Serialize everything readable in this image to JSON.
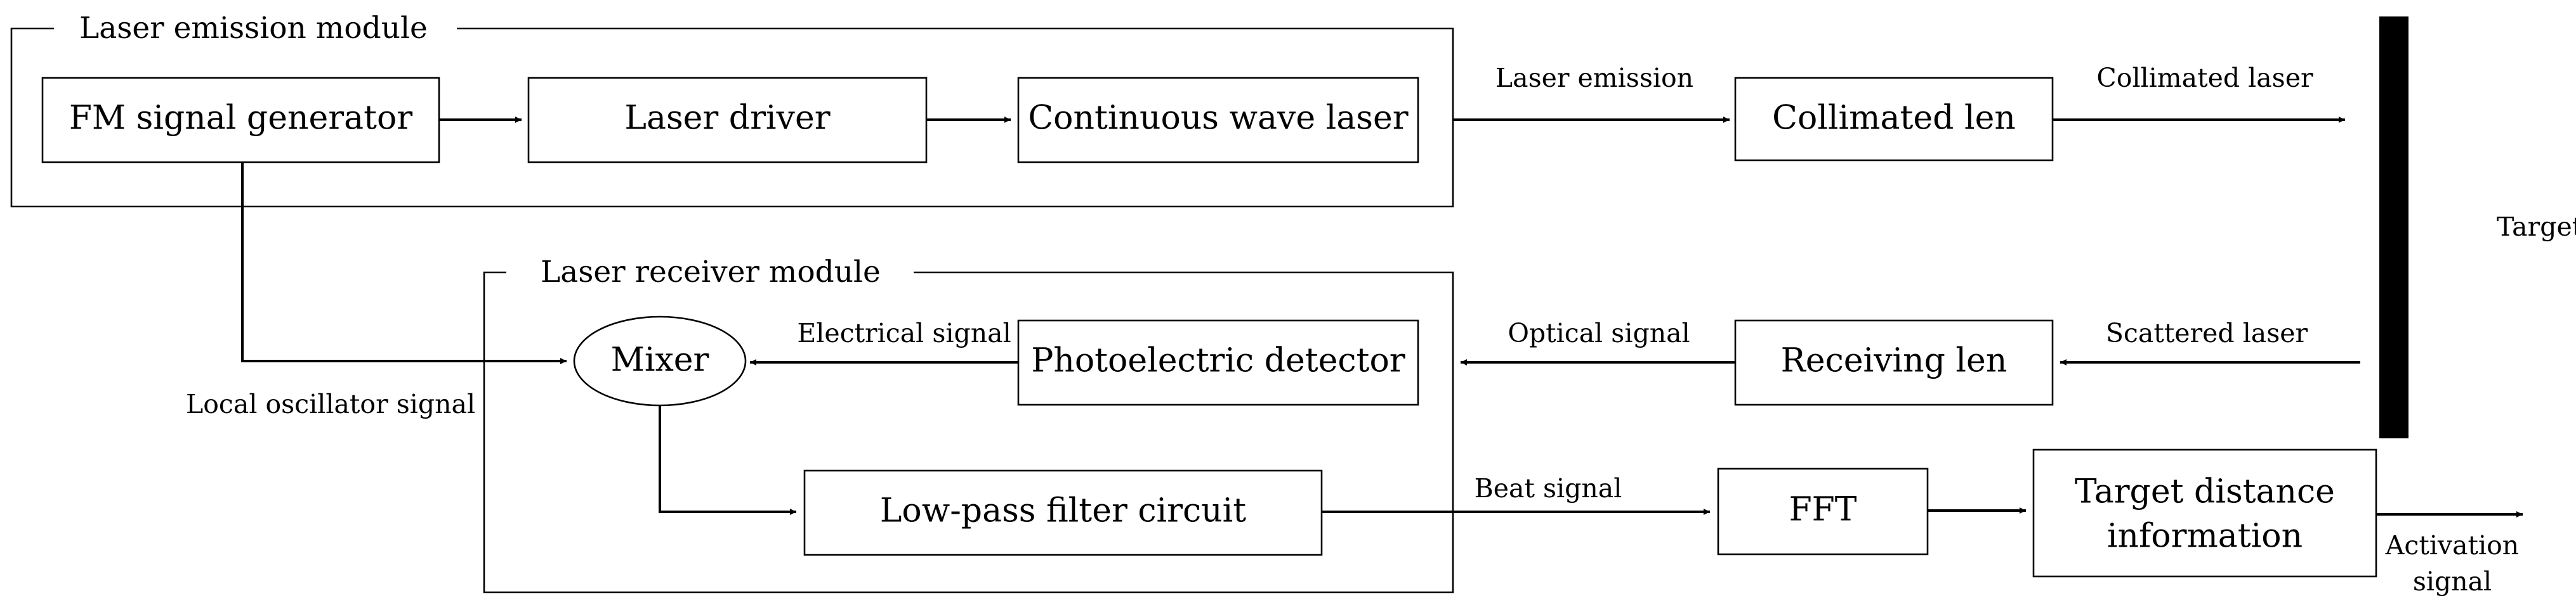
{
  "modules": {
    "emission": "Laser emission module",
    "receiver": "Laser receiver module"
  },
  "blocks": {
    "fm_generator": "FM signal generator",
    "laser_driver": "Laser driver",
    "cw_laser": "Continuous wave laser",
    "collimated_len": "Collimated len",
    "mixer": "Mixer",
    "photo_detector": "Photoelectric detector",
    "receiving_len": "Receiving len",
    "lowpass": "Low-pass filter circuit",
    "fft": "FFT",
    "target_info_line1": "Target distance",
    "target_info_line2": "information",
    "target": "Target"
  },
  "labels": {
    "laser_emission": "Laser emission",
    "collimated_laser": "Collimated laser",
    "electrical_signal": "Electrical signal",
    "optical_signal": "Optical signal",
    "scattered_laser": "Scattered laser",
    "local_oscillator": "Local oscillator signal",
    "beat_signal": "Beat signal",
    "activation_line1": "Activation",
    "activation_line2": "signal"
  }
}
